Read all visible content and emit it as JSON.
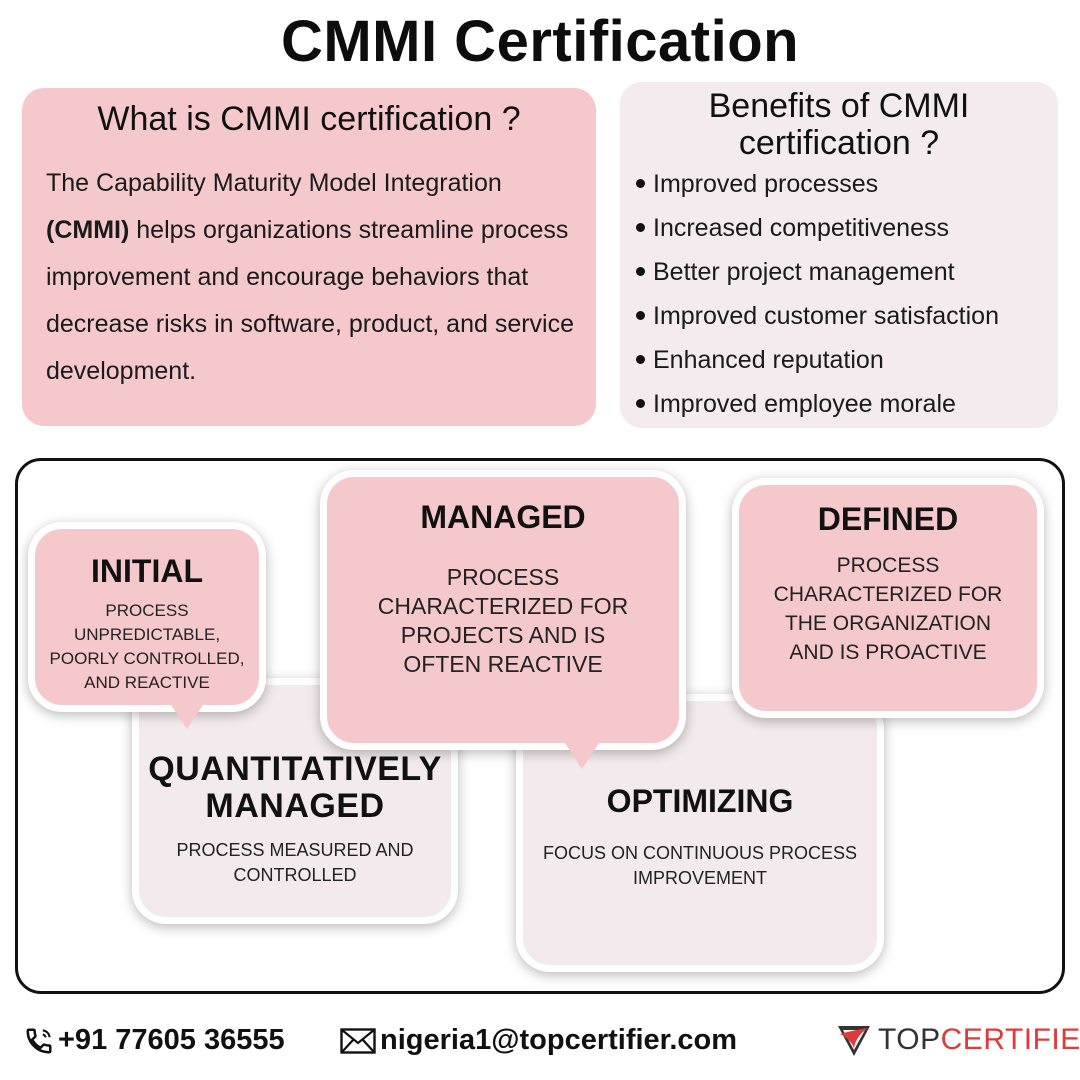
{
  "title": "CMMI Certification",
  "what": {
    "heading": "What is CMMI certification ?",
    "text_before": "The Capability Maturity Model Integration ",
    "text_bold": "(CMMI)",
    "text_after": " helps organizations streamline process improvement and encourage behaviors that decrease risks in software, product, and service development."
  },
  "benefits": {
    "heading": "Benefits of CMMI certification ?",
    "items": [
      "Improved processes",
      "Increased competitiveness",
      "Better project management",
      "Improved customer satisfaction",
      "Enhanced reputation",
      "Improved employee morale"
    ]
  },
  "levels": {
    "initial": {
      "name": "INITIAL",
      "desc": "PROCESS UNPREDICTABLE, POORLY CONTROLLED, AND REACTIVE"
    },
    "managed": {
      "name": "MANAGED",
      "desc": "PROCESS CHARACTERIZED FOR PROJECTS AND IS OFTEN REACTIVE"
    },
    "defined": {
      "name": "DEFINED",
      "desc": "PROCESS CHARACTERIZED FOR THE ORGANIZATION AND IS PROACTIVE"
    },
    "quant": {
      "name": "QUANTITATIVELY MANAGED",
      "desc": "PROCESS MEASURED AND CONTROLLED"
    },
    "optimizing": {
      "name": "OPTIMIZING",
      "desc": "FOCUS ON CONTINUOUS PROCESS IMPROVEMENT"
    }
  },
  "footer": {
    "phone": "+91 77605 36555",
    "email": "nigeria1@topcertifier.com",
    "logo_top": "TOP",
    "logo_cert": "CERTIFIER",
    "phone_icon": "phone-icon",
    "email_icon": "envelope-icon"
  },
  "colors": {
    "pink": "#f5c9cb",
    "grey": "#f2eaec",
    "logo_red": "#e03a3a"
  }
}
